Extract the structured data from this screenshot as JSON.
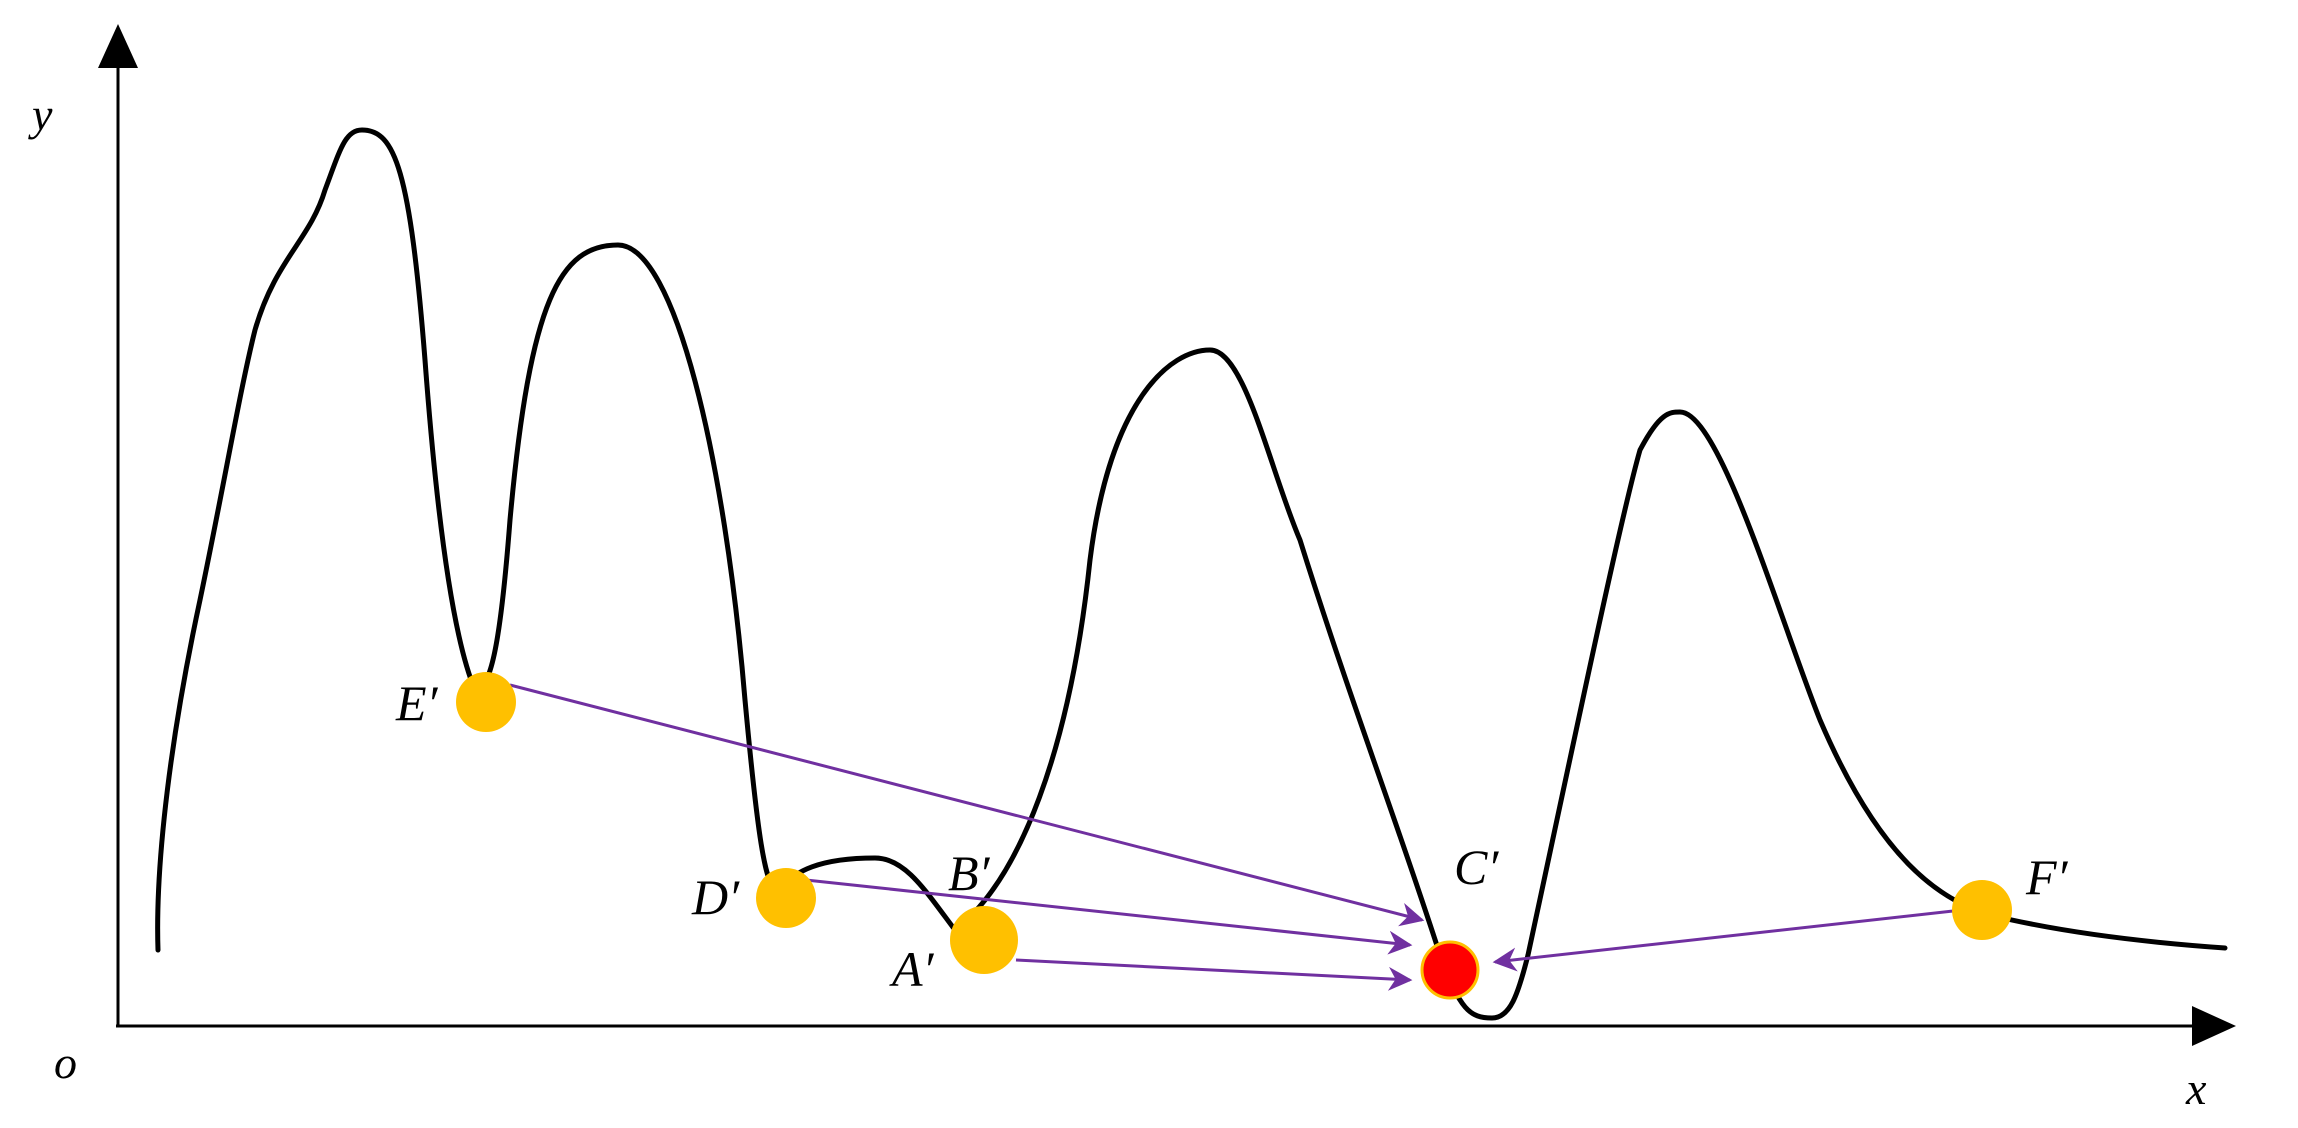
{
  "axes": {
    "origin_label": "o",
    "x_label": "x",
    "y_label": "y"
  },
  "points": {
    "A": {
      "label": "A′"
    },
    "B": {
      "label": "B′"
    },
    "C": {
      "label": "C′"
    },
    "D": {
      "label": "D′"
    },
    "E": {
      "label": "E′"
    },
    "F": {
      "label": "F′"
    }
  },
  "colors": {
    "curve": "#000000",
    "axis": "#000000",
    "local_minimum_point": "#FFC000",
    "global_minimum_point": "#FF0000",
    "global_minimum_outline": "#FFC000",
    "arrow": "#7030A0"
  }
}
